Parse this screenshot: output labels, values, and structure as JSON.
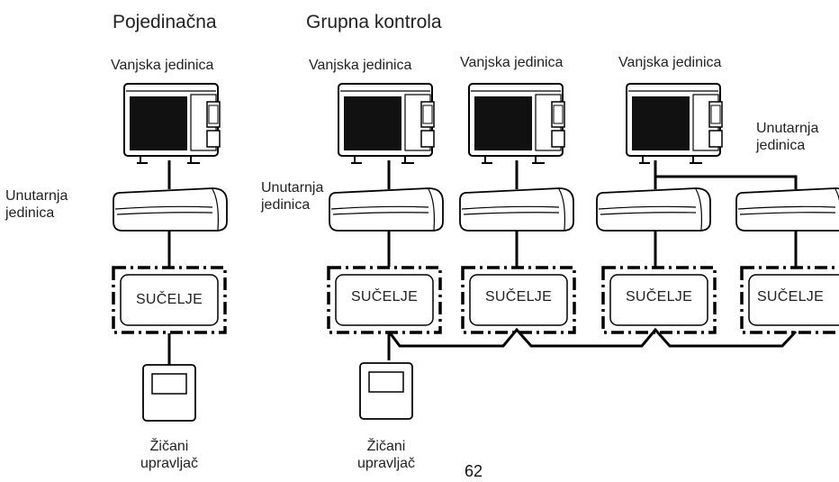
{
  "sections": {
    "single_title": "Pojedinačna",
    "group_title": "Grupna kontrola"
  },
  "labels": {
    "outdoor_unit": "Vanjska jedinica",
    "indoor_unit_line1": "Unutarnja",
    "indoor_unit_line2": "jedinica",
    "interface": "SUČELJE",
    "wired_controller_line1": "Žičani",
    "wired_controller_line2": "upravljač"
  },
  "page_number": "62",
  "colors": {
    "line": "#000000",
    "indoor_fill": "#ffffff",
    "outdoor_grille": "#111111"
  }
}
